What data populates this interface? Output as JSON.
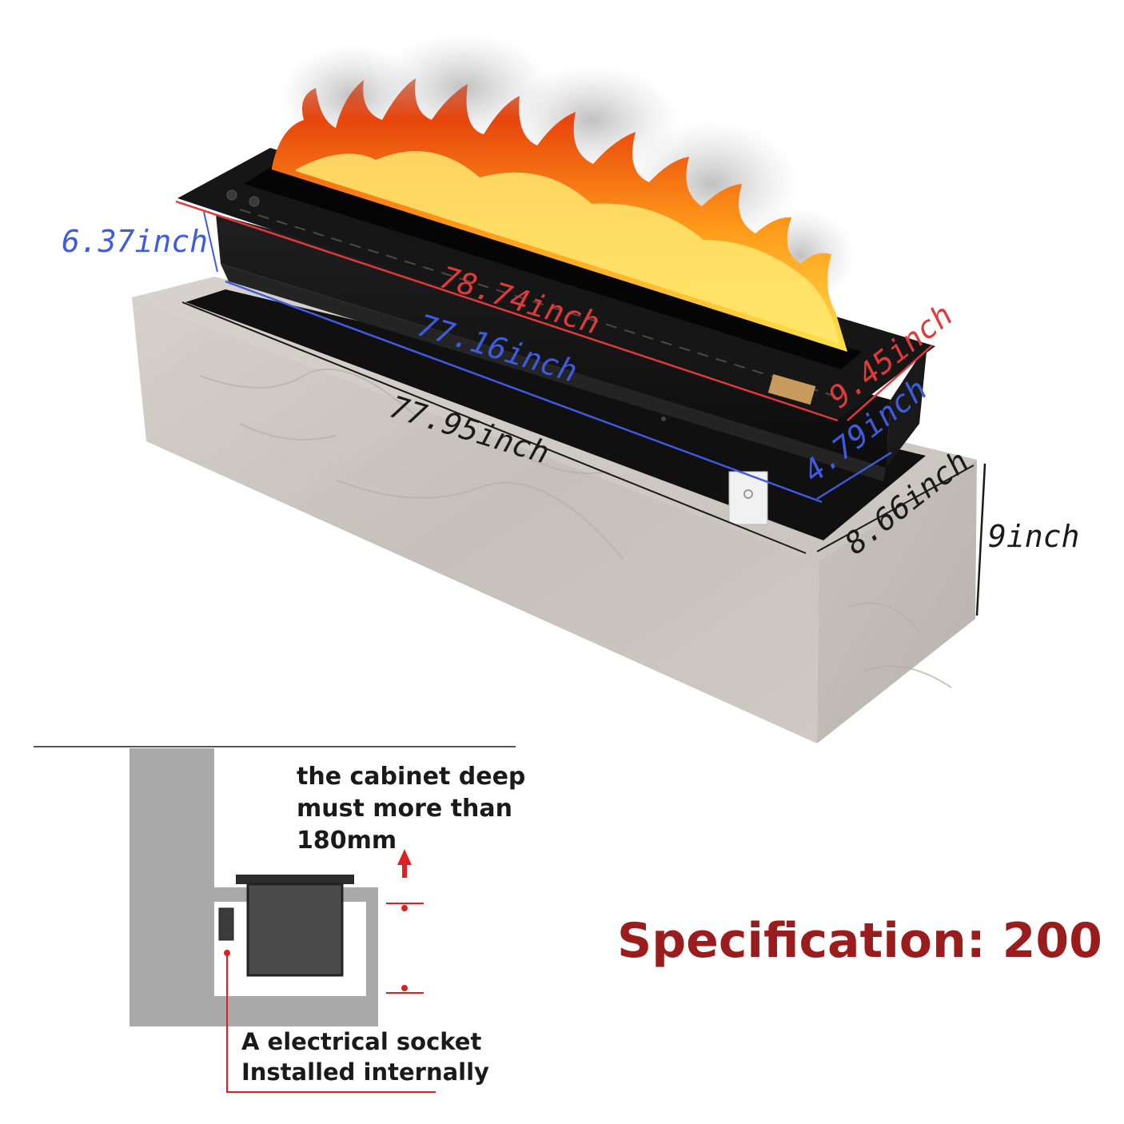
{
  "dimensions": {
    "height": "6.37inch",
    "top_length": "78.74inch",
    "body_length": "77.16inch",
    "cabinet_length": "77.95inch",
    "top_depth": "9.45inch",
    "body_depth": "4.79inch",
    "cabinet_depth": "8.66inch",
    "cabinet_height": "9inch"
  },
  "install_diagram": {
    "cabinet_note_lines": [
      "the cabinet deep",
      "must more than",
      "180mm"
    ],
    "socket_note_lines": [
      "A electrical socket",
      "Installed internally"
    ]
  },
  "specification": "Specification: 200",
  "colors": {
    "height_dim": "#3f5be0",
    "length_dim": "#e03a3a",
    "black_dim": "#1a1a1a",
    "spec_text": "#9b1c1c",
    "marker_red": "#e02020"
  }
}
